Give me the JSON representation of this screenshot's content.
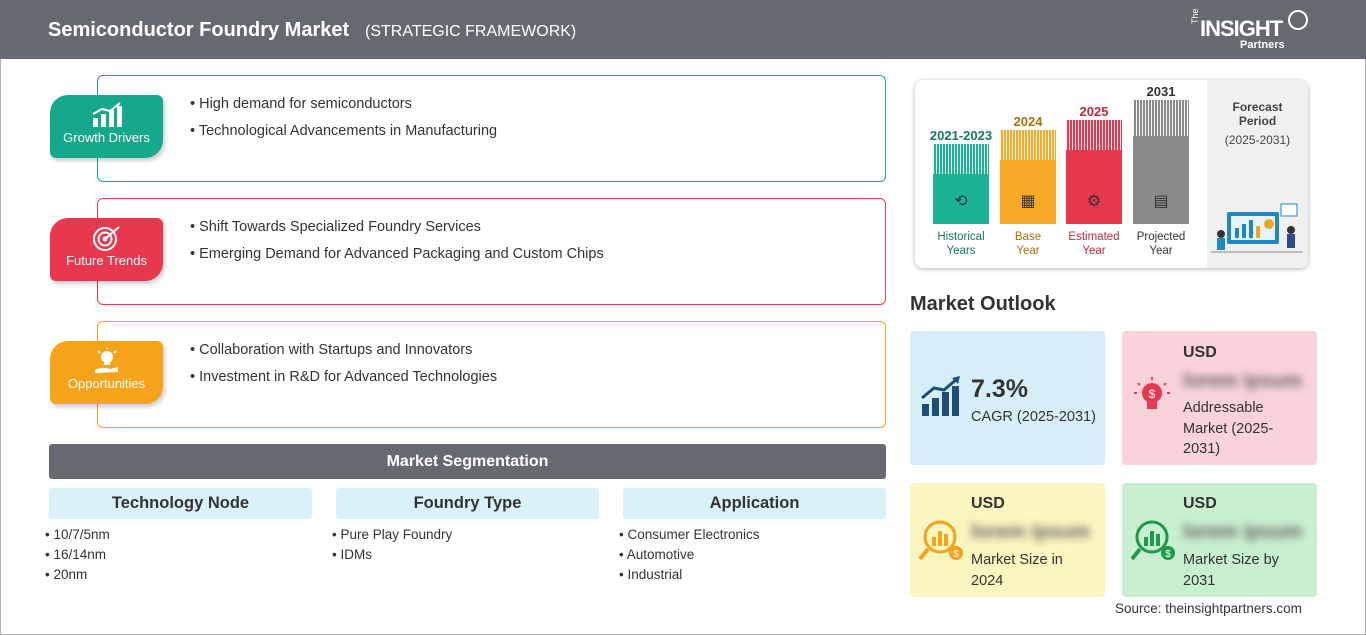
{
  "header": {
    "title": "Semiconductor Foundry Market",
    "subtitle": "(STRATEGIC FRAMEWORK)",
    "logo": {
      "the": "The",
      "insight": "INSIGHT",
      "partners": "Partners"
    }
  },
  "drivers": [
    {
      "label": "Growth Drivers",
      "color": "#16a88a",
      "icon": "growth-chart-icon",
      "bullets": [
        "High demand for semiconductors",
        "Technological Advancements in Manufacturing"
      ]
    },
    {
      "label": "Future Trends",
      "color": "#e8384f",
      "icon": "target-icon",
      "bullets": [
        "Shift Towards Specialized Foundry Services",
        "Emerging Demand for Advanced Packaging and Custom Chips"
      ]
    },
    {
      "label": "Opportunities",
      "color": "#f5a31a",
      "icon": "lightbulb-hand-icon",
      "bullets": [
        "Collaboration with Startups and Innovators",
        "Investment in R&D for Advanced Technologies"
      ]
    }
  ],
  "segmentation": {
    "title": "Market Segmentation",
    "columns": [
      {
        "heading": "Technology Node",
        "items": [
          "10/7/5nm",
          "16/14nm",
          "20nm"
        ]
      },
      {
        "heading": "Foundry Type",
        "items": [
          "Pure Play Foundry",
          "IDMs"
        ]
      },
      {
        "heading": "Application",
        "items": [
          "Consumer Electronics",
          "Automotive",
          "Industrial"
        ]
      }
    ]
  },
  "timeline": {
    "columns": [
      {
        "year": "2021-2023",
        "label_line1": "Historical",
        "label_line2": "Years",
        "color": "#1bb394",
        "year_color": "#157a5e",
        "icon": "history-icon"
      },
      {
        "year": "2024",
        "label_line1": "Base",
        "label_line2": "Year",
        "color": "#f7a825",
        "year_color": "#a8700a",
        "icon": "calendar-icon"
      },
      {
        "year": "2025",
        "label_line1": "Estimated",
        "label_line2": "Year",
        "color": "#e8384f",
        "year_color": "#c2283c",
        "icon": "gears-icon"
      },
      {
        "year": "2031",
        "label_line1": "Projected",
        "label_line2": "Year",
        "color": "#8a8a8a",
        "year_color": "#333333",
        "icon": "presentation-icon"
      }
    ],
    "forecast": {
      "title_line1": "Forecast",
      "title_line2": "Period",
      "range": "(2025-2031)"
    }
  },
  "outlook": {
    "title": "Market Outlook",
    "cagr": {
      "value": "7.3%",
      "label": "CAGR (2025-2031)",
      "bg": "#d6eef8"
    },
    "addressable": {
      "usd": "USD",
      "value": "lorem ipsum",
      "desc_line1": "Addressable",
      "desc_line2": "Market (2025-",
      "desc_line3": "2031)",
      "bg": "#f9d3da"
    },
    "size2024": {
      "usd": "USD",
      "value": "lorem ipsum",
      "desc_line1": "Market Size in",
      "desc_line2": "2024",
      "bg": "#fbf5bf"
    },
    "size2031": {
      "usd": "USD",
      "value": "lorem ipsum",
      "desc_line1": "Market Size by",
      "desc_line2": "2031",
      "bg": "#c8efcf"
    }
  },
  "source": "Source: theinsightpartners.com"
}
